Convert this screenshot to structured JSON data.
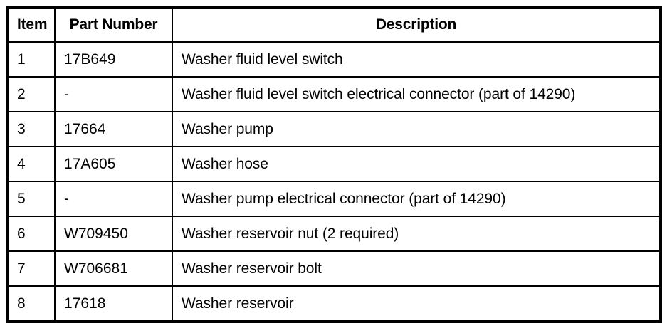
{
  "table": {
    "columns": [
      {
        "key": "item",
        "label": "Item"
      },
      {
        "key": "part_number",
        "label": "Part Number"
      },
      {
        "key": "description",
        "label": "Description"
      }
    ],
    "rows": [
      {
        "item": "1",
        "part_number": "17B649",
        "description": "Washer fluid level switch"
      },
      {
        "item": "2",
        "part_number": "-",
        "description": "Washer fluid level switch electrical connector (part of 14290)"
      },
      {
        "item": "3",
        "part_number": "17664",
        "description": "Washer pump"
      },
      {
        "item": "4",
        "part_number": "17A605",
        "description": "Washer hose"
      },
      {
        "item": "5",
        "part_number": "-",
        "description": "Washer pump electrical connector (part of 14290)"
      },
      {
        "item": "6",
        "part_number": "W709450",
        "description": "Washer reservoir nut (2 required)"
      },
      {
        "item": "7",
        "part_number": "W706681",
        "description": "Washer reservoir bolt"
      },
      {
        "item": "8",
        "part_number": "17618",
        "description": "Washer reservoir"
      }
    ]
  },
  "colors": {
    "border": "#000000",
    "text": "#000000",
    "background": "#ffffff"
  }
}
